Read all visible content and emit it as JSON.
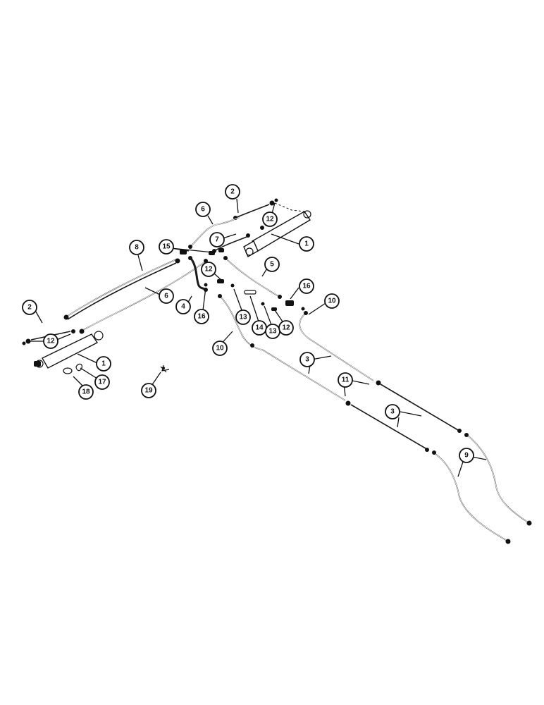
{
  "callouts": [
    {
      "id": "c-2-top",
      "label": "2"
    },
    {
      "id": "c-6-top",
      "label": "6"
    },
    {
      "id": "c-12-top",
      "label": "12"
    },
    {
      "id": "c-7",
      "label": "7"
    },
    {
      "id": "c-1-top",
      "label": "1"
    },
    {
      "id": "c-15",
      "label": "15"
    },
    {
      "id": "c-8",
      "label": "8"
    },
    {
      "id": "c-5",
      "label": "5"
    },
    {
      "id": "c-12-mid",
      "label": "12"
    },
    {
      "id": "c-6-mid",
      "label": "6"
    },
    {
      "id": "c-16-right",
      "label": "16"
    },
    {
      "id": "c-2-left",
      "label": "2"
    },
    {
      "id": "c-4",
      "label": "4"
    },
    {
      "id": "c-16-mid",
      "label": "16"
    },
    {
      "id": "c-13-a",
      "label": "13"
    },
    {
      "id": "c-14",
      "label": "14"
    },
    {
      "id": "c-13-b",
      "label": "13"
    },
    {
      "id": "c-12-right",
      "label": "12"
    },
    {
      "id": "c-10-right",
      "label": "10"
    },
    {
      "id": "c-12-left",
      "label": "12"
    },
    {
      "id": "c-10-mid",
      "label": "10"
    },
    {
      "id": "c-1-left",
      "label": "1"
    },
    {
      "id": "c-17",
      "label": "17"
    },
    {
      "id": "c-18",
      "label": "18"
    },
    {
      "id": "c-19",
      "label": "19"
    },
    {
      "id": "c-3-top",
      "label": "3"
    },
    {
      "id": "c-11",
      "label": "11"
    },
    {
      "id": "c-3-bottom",
      "label": "3"
    },
    {
      "id": "c-9",
      "label": "9"
    }
  ]
}
